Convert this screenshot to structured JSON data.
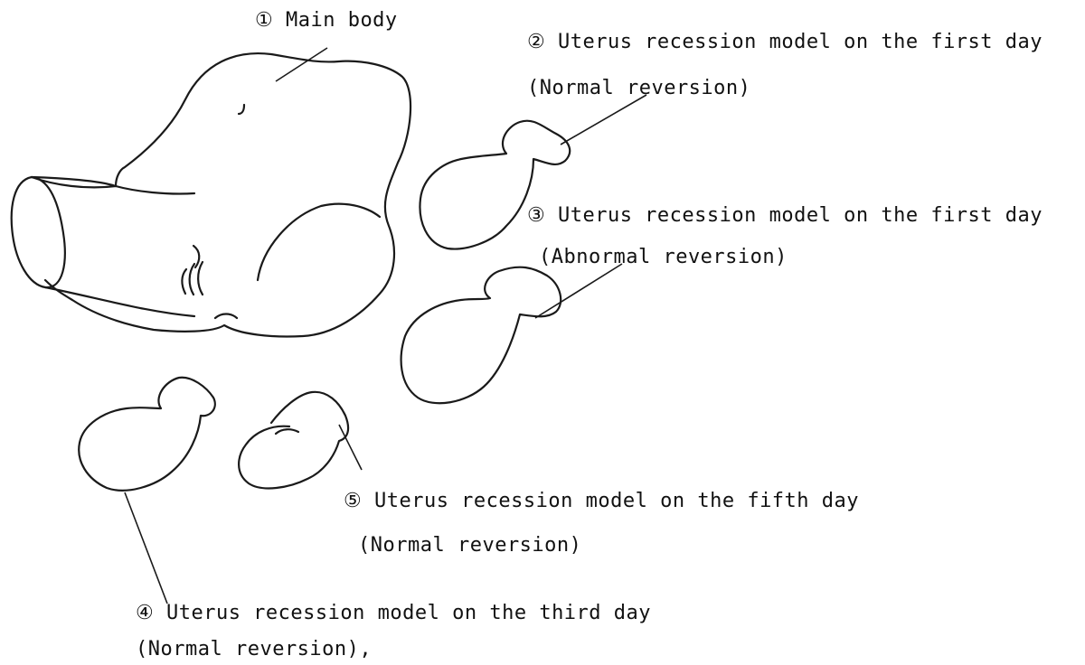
{
  "labels": {
    "main_body": "① Main body",
    "model_2": {
      "line1": "② Uterus recession model on the first day",
      "line2": "(Normal reversion)"
    },
    "model_3": {
      "line1": "③ Uterus recession model on the first day",
      "line2": "(Abnormal reversion)"
    },
    "model_4": {
      "line1": "④ Uterus recession model on the third day",
      "line2": "(Normal reversion),"
    },
    "model_5": {
      "line1": "⑤ Uterus recession model on the fifth day",
      "line2": "(Normal reversion)"
    }
  },
  "colors": {
    "line": "#1a1a1a",
    "background": "#ffffff",
    "text": "#111111"
  }
}
